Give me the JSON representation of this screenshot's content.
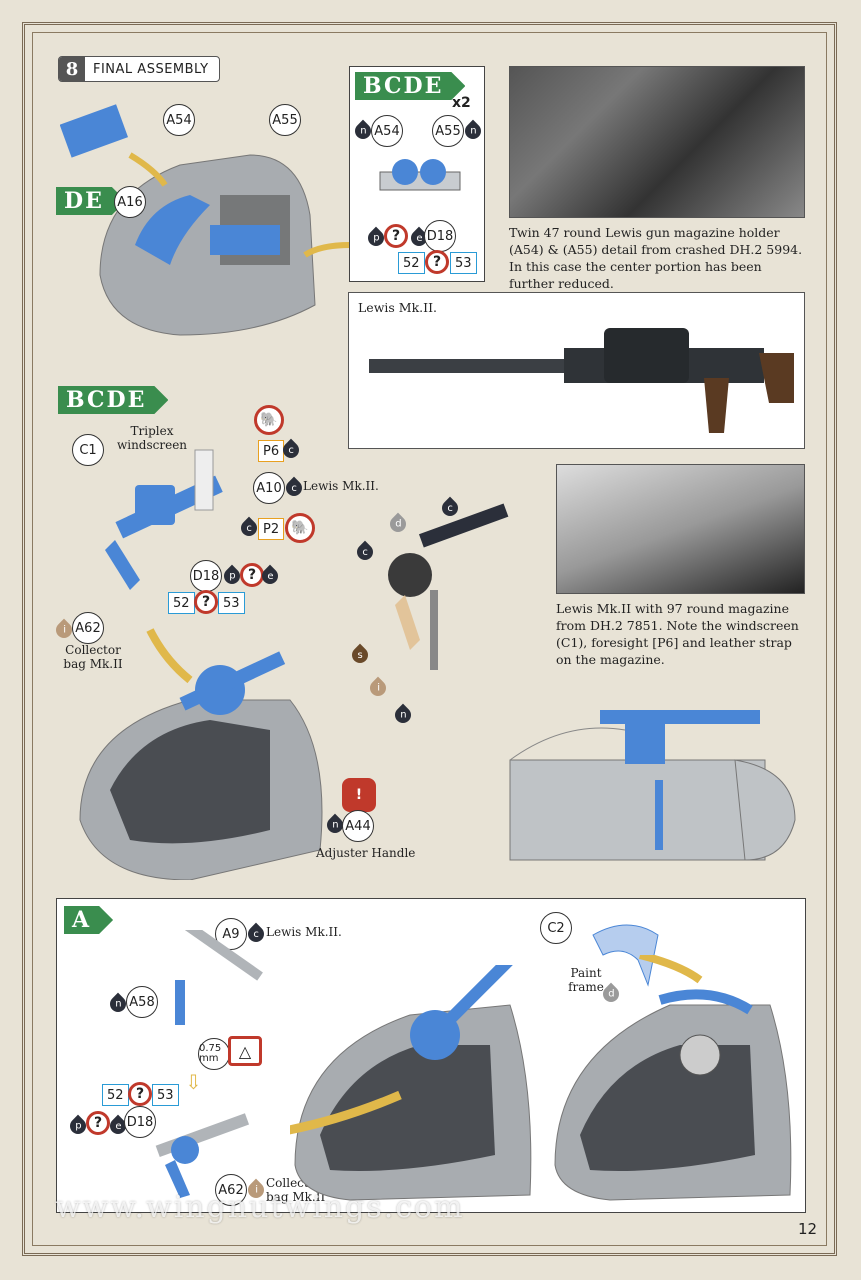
{
  "step": {
    "number": "8",
    "title": "FINAL ASSEMBLY"
  },
  "flags": {
    "bcde_top": "BCDE",
    "de": "DE",
    "bcde_mid": "BCDE",
    "a": "A"
  },
  "top_box": {
    "multiplier": "x2",
    "labels": [
      "A54",
      "A55",
      "D18"
    ],
    "paints": [
      "n",
      "n",
      "p",
      "e"
    ],
    "refs": [
      "52",
      "53"
    ]
  },
  "parts": {
    "a54": "A54",
    "a55": "A55",
    "a16": "A16",
    "c1": "C1",
    "a10": "A10",
    "p6": "P6",
    "p2": "P2",
    "d18": "D18",
    "a62": "A62",
    "a44": "A44",
    "a9": "A9",
    "a58": "A58",
    "c2": "C2",
    "d18_a": "D18",
    "a62_a": "A62",
    "ref52": "52",
    "ref53": "53"
  },
  "labels": {
    "triplex": "Triplex windscreen",
    "lewis1": "Lewis Mk.II.",
    "collector": "Collector bag Mk.II",
    "adjuster": "Adjuster Handle",
    "lewis_a": "Lewis Mk.II.",
    "paint_frame": "Paint frame",
    "mm": "0.75 mm",
    "collector_a": "Collector bag Mk.II"
  },
  "paint_codes": {
    "c": "c",
    "n": "n",
    "p": "p",
    "e": "e",
    "i": "i",
    "d": "d",
    "s": "s"
  },
  "captions": {
    "photo1": "Twin 47 round Lewis gun magazine holder (A54) & (A55) detail from crashed DH.2 5994. In this case the center portion has been further reduced.",
    "photo2_label": "Lewis Mk.II.",
    "photo3": "Lewis Mk.II with 97 round magazine from DH.2 7851. Note the windscreen (C1), foresight [P6] and leather strap on the magazine."
  },
  "footer": {
    "watermark": "www.wingnutwings.com",
    "page": "12"
  },
  "colors": {
    "accent_green": "#3a8d4e",
    "part_blue": "#4a86d6",
    "warning_red": "#c0392b",
    "ref_blue": "#2a9bd6",
    "ref_orange": "#e8a020"
  }
}
